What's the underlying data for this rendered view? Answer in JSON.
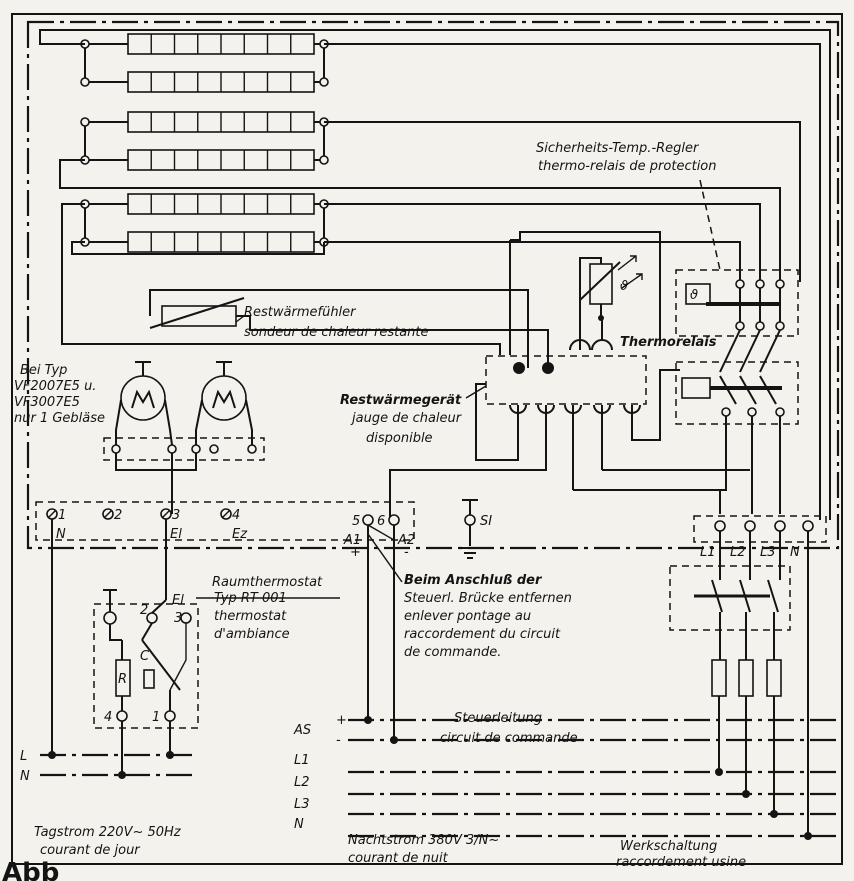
{
  "sensor": {
    "de": "Restwärmefühler",
    "fr": "sondeur de chaleur restante"
  },
  "safety": {
    "de": "Sicherheits-Temp.-Regler",
    "fr": "thermo-relais de protection"
  },
  "thermorelais": "Thermorelais",
  "residual_device": {
    "de": "Restwärmegerät",
    "fr1": "jauge de chaleur",
    "fr2": "disponible"
  },
  "fan_note": [
    "Bei Typ",
    "VF2007E5 u.",
    "VF3007E5",
    "nur 1 Gebläse"
  ],
  "terminals": {
    "t1": "1",
    "t2": "2",
    "t3": "3",
    "t4": "4",
    "t5": "5",
    "t6": "6",
    "N": "N",
    "El": "El",
    "Ez": "Ez",
    "A1": "A1",
    "A2": "A2",
    "plus": "+",
    "minus": "-",
    "SI": "SI"
  },
  "room_thermostat": {
    "title": "Raumthermostat",
    "type": "Typ RT 001",
    "fr1": "thermostat",
    "fr2": "d'ambiance",
    "El": "El",
    "t2": "2",
    "t3": "3",
    "t4": "4",
    "t1": "1",
    "C": "C",
    "R": "R"
  },
  "bridge_note": [
    "Beim Anschluß der",
    "Steuerl. Brücke entfernen",
    "enlever pontage au",
    "raccordement du circuit",
    "de commande."
  ],
  "main_terminals": {
    "L1": "L1",
    "L2": "L2",
    "L3": "L3",
    "N": "N"
  },
  "lines_left": {
    "L": "L",
    "N": "N"
  },
  "lines_right": {
    "AS": "AS",
    "plus": "+",
    "minus": "-",
    "L1": "L1",
    "L2": "L2",
    "L3": "L3",
    "N": "N"
  },
  "control_line": {
    "de": "Steuerleitung",
    "fr": "circuit de commande"
  },
  "day_current": {
    "de": "Tagstrom 220V~ 50Hz",
    "fr": "courant de jour"
  },
  "night_current": {
    "de": "Nachtstrom 380V 3/N~",
    "fr": "courant de nuit"
  },
  "factory": {
    "de": "Werkschaltung",
    "fr": "raccordement usine"
  },
  "caption": "Abb"
}
